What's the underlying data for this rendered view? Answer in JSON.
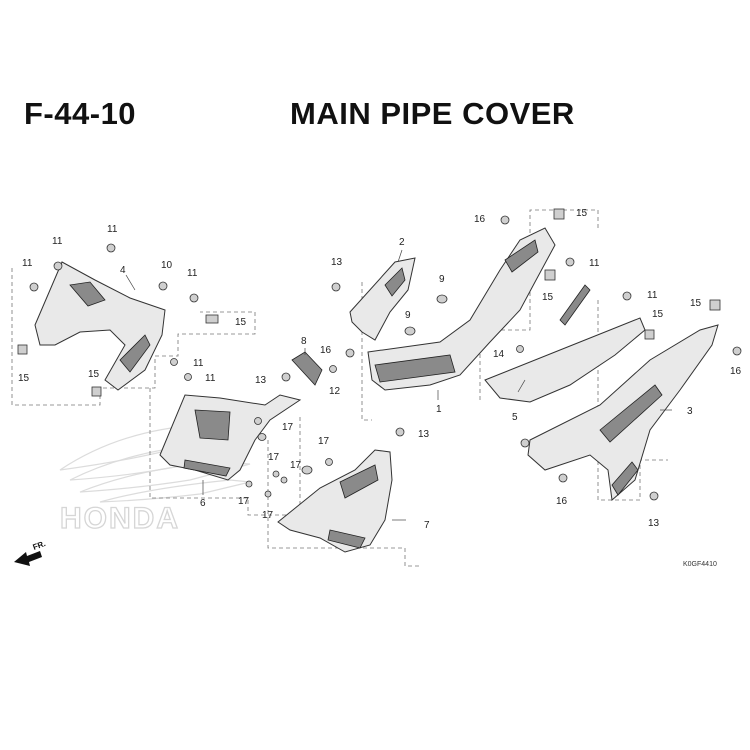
{
  "header": {
    "code": "F-44-10",
    "title": "MAIN PIPE COVER"
  },
  "watermark": "HONDA",
  "front_indicator": "FR.",
  "reference_code": "K0GF4410",
  "part_labels": [
    {
      "id": "l1",
      "text": "1"
    },
    {
      "id": "l2",
      "text": "2"
    },
    {
      "id": "l3",
      "text": "3"
    },
    {
      "id": "l4",
      "text": "4"
    },
    {
      "id": "l5",
      "text": "5"
    },
    {
      "id": "l6",
      "text": "6"
    },
    {
      "id": "l7",
      "text": "7"
    },
    {
      "id": "l8",
      "text": "8"
    },
    {
      "id": "l9a",
      "text": "9"
    },
    {
      "id": "l9b",
      "text": "9"
    },
    {
      "id": "l10",
      "text": "10"
    },
    {
      "id": "l11a",
      "text": "11"
    },
    {
      "id": "l11b",
      "text": "11"
    },
    {
      "id": "l11c",
      "text": "11"
    },
    {
      "id": "l11d",
      "text": "11"
    },
    {
      "id": "l11e",
      "text": "11"
    },
    {
      "id": "l11f",
      "text": "11"
    },
    {
      "id": "l11g",
      "text": "11"
    },
    {
      "id": "l11h",
      "text": "11"
    },
    {
      "id": "l12",
      "text": "12"
    },
    {
      "id": "l13a",
      "text": "13"
    },
    {
      "id": "l13b",
      "text": "13"
    },
    {
      "id": "l13c",
      "text": "13"
    },
    {
      "id": "l13d",
      "text": "13"
    },
    {
      "id": "l14",
      "text": "14"
    },
    {
      "id": "l15a",
      "text": "15"
    },
    {
      "id": "l15b",
      "text": "15"
    },
    {
      "id": "l15c",
      "text": "15"
    },
    {
      "id": "l15d",
      "text": "15"
    },
    {
      "id": "l15e",
      "text": "15"
    },
    {
      "id": "l15f",
      "text": "15"
    },
    {
      "id": "l15g",
      "text": "15"
    },
    {
      "id": "l16a",
      "text": "16"
    },
    {
      "id": "l16b",
      "text": "16"
    },
    {
      "id": "l16c",
      "text": "16"
    },
    {
      "id": "l16d",
      "text": "16"
    },
    {
      "id": "l17a",
      "text": "17"
    },
    {
      "id": "l17b",
      "text": "17"
    },
    {
      "id": "l17c",
      "text": "17"
    },
    {
      "id": "l17d",
      "text": "17"
    },
    {
      "id": "l17e",
      "text": "17"
    },
    {
      "id": "l17f",
      "text": "17"
    }
  ],
  "colors": {
    "ink": "#111111",
    "part_fill": "#e9e9e9",
    "part_dark": "#8a8a8a",
    "watermark": "#d6d6d6"
  }
}
